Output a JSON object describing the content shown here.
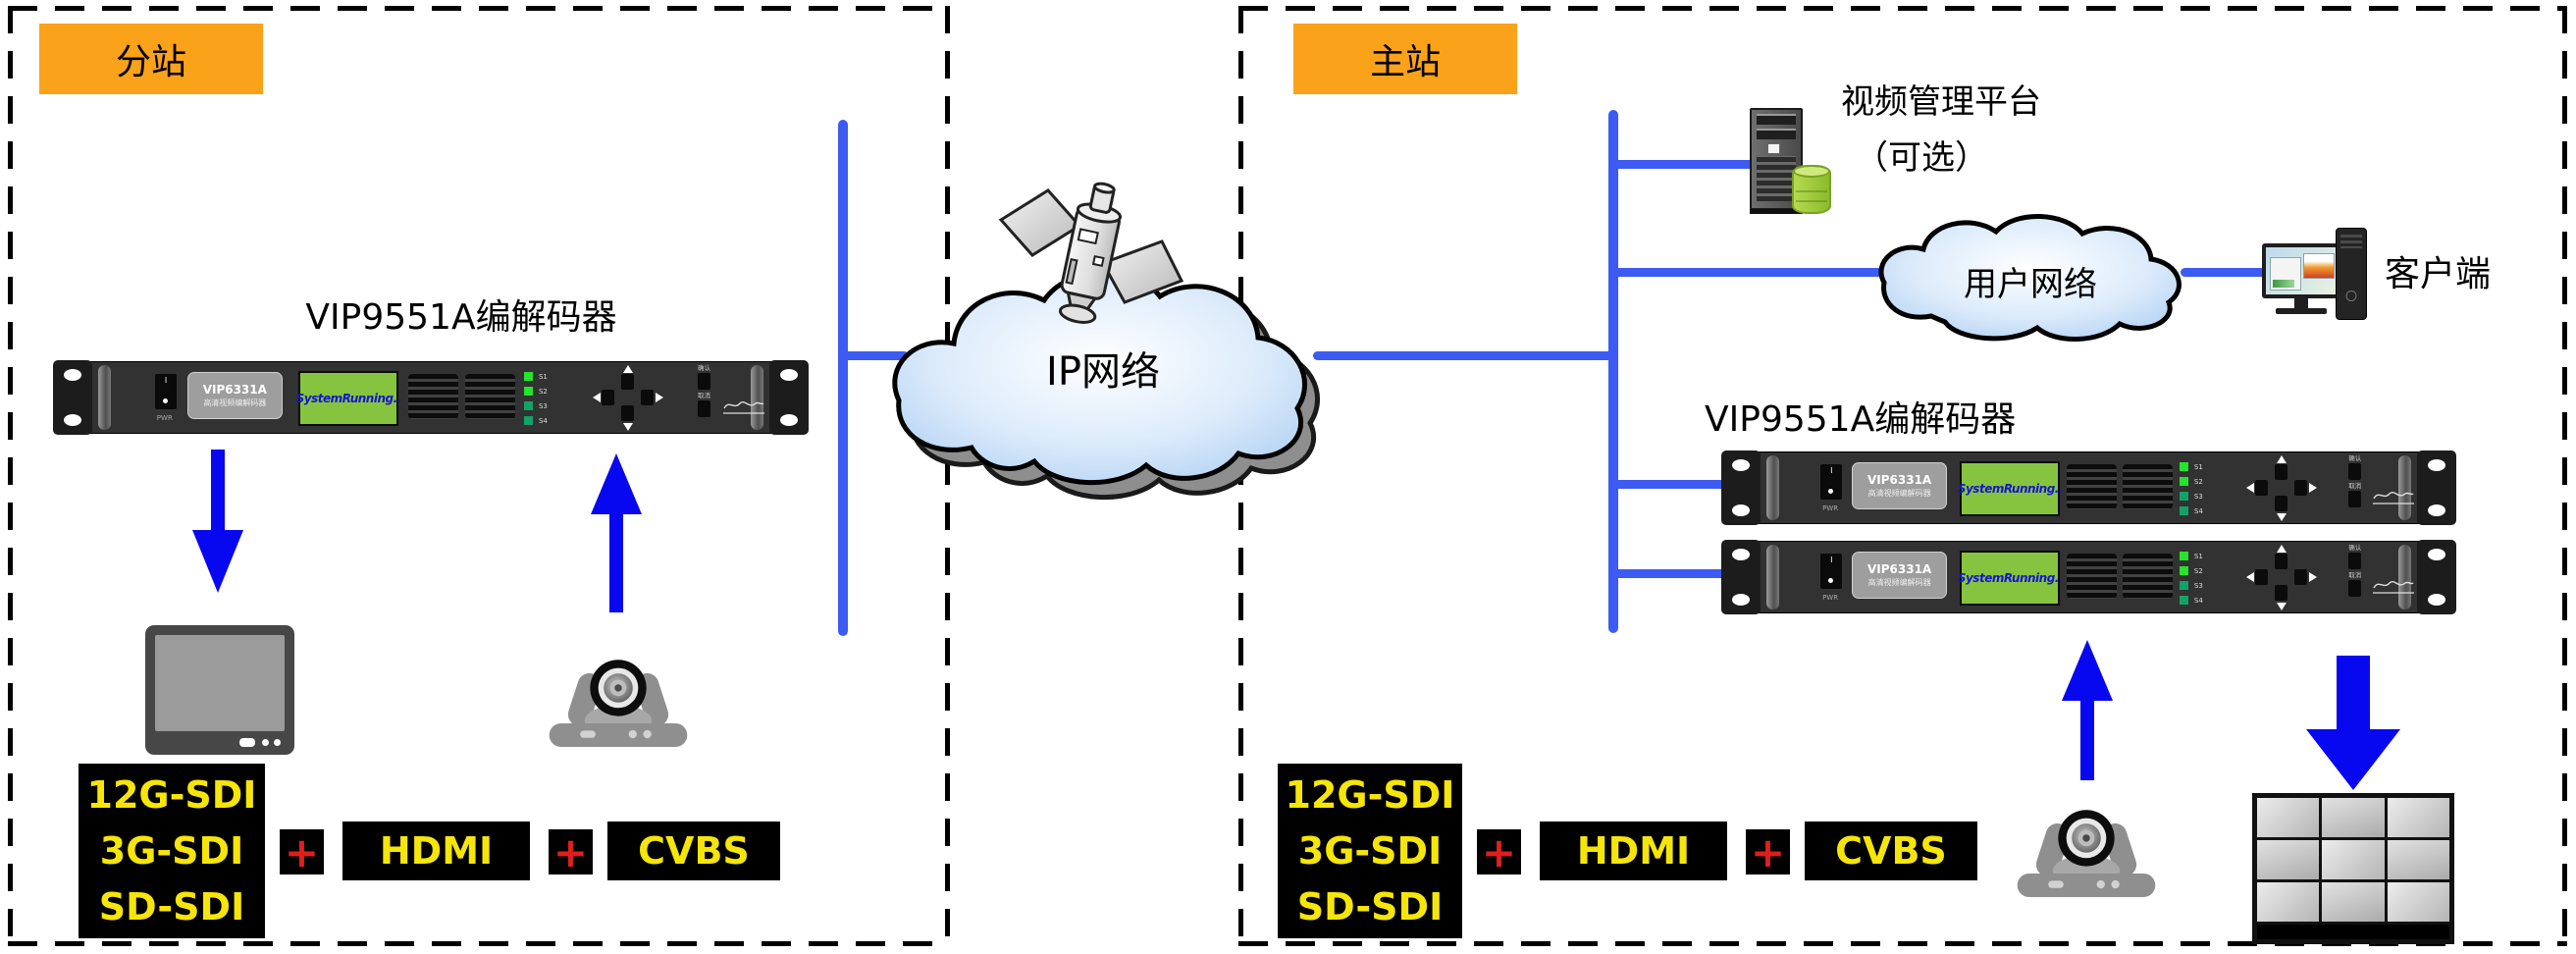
{
  "stations": {
    "left": {
      "tag": "分站",
      "device_title": "VIP9551A编解码器"
    },
    "right": {
      "tag": "主站",
      "device_title": "VIP9551A编解码器",
      "platform_line1": "视频管理平台",
      "platform_line2": "（可选）",
      "user_network_label": "用户网络",
      "client_label": "客户端"
    }
  },
  "ip_cloud_label": "IP网络",
  "formats": {
    "sdi_multi": [
      "12G-SDI",
      "3G-SDI",
      "SD-SDI"
    ],
    "plus": "+",
    "hdmi": "HDMI",
    "cvbs": "CVBS"
  },
  "device_panel": {
    "power_label": "PWR",
    "model": "VIP6331A",
    "model_subtitle": "高清视频编解码器",
    "lcd_text": "SystemRunning..",
    "led_labels": [
      "S1",
      "S2",
      "S3",
      "S4"
    ],
    "button_top": "确认",
    "button_bottom": "取消"
  },
  "colors": {
    "bus_blue": "#3D5BF2",
    "arrow_blue": "#0808F0",
    "tag_orange": "#FAA219",
    "label_yellow": "#F6E50A",
    "plus_red": "#E11E1E",
    "lcd_green": "#86C43F"
  }
}
